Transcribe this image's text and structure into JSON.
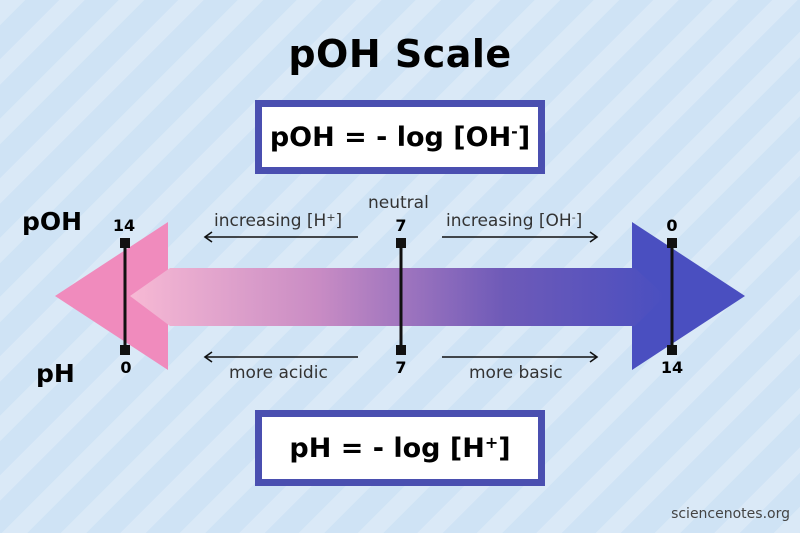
{
  "title": "pOH Scale",
  "formulas": {
    "poh": {
      "lhs": "pOH = - log [OH",
      "charge": "-",
      "close": "]"
    },
    "ph": {
      "lhs": "pH = - log [H",
      "charge": "+",
      "close": "]"
    }
  },
  "scale_labels": {
    "poh": "pOH",
    "ph": "pH"
  },
  "poh_ticks": [
    "14",
    "7",
    "0"
  ],
  "ph_ticks": [
    "0",
    "7",
    "14"
  ],
  "captions": {
    "neutral": "neutral",
    "increasing_h": {
      "text": "increasing [H",
      "charge": "+",
      "close": "]"
    },
    "increasing_oh": {
      "text": "increasing [OH",
      "charge": "-",
      "close": "]"
    },
    "more_acidic": "more acidic",
    "more_basic": "more basic"
  },
  "credit": "sciencenotes.org",
  "colors": {
    "acid_end": "#f08bbd",
    "base_end": "#4a4fc0",
    "frame": "#4a4fb0"
  }
}
